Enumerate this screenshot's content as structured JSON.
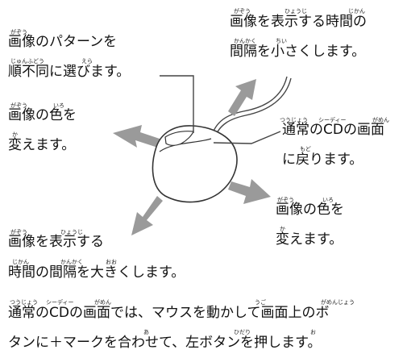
{
  "colors": {
    "arrow": "#9a9a9a",
    "line": "#444444",
    "text": "#111111",
    "background": "#ffffff"
  },
  "icons": {
    "mouse": "mouse-icon"
  },
  "labels": {
    "top_left": {
      "line1": "画像のパターンを",
      "line2": "順不同に選びます。",
      "furigana": {
        "gazou": "がぞう",
        "junfudou": "じゅんふどう",
        "era": "えら"
      }
    },
    "top_right": {
      "line1": "画像を表示する時間の",
      "line2": "間隔を小さくします。",
      "furigana": {
        "gazou": "がぞう",
        "hyouji": "ひょうじ",
        "jikan": "じかん",
        "kankaku": "かんかく",
        "chii": "ちい"
      }
    },
    "mid_left": {
      "line1": "画像の色を",
      "line2": "変えます。",
      "furigana": {
        "gazou": "がぞう",
        "iro": "いろ",
        "ka": "か"
      }
    },
    "mid_right": {
      "line1": "通常のCDの画面",
      "line2": "に戻ります。",
      "furigana": {
        "tsuujou": "つうじょう",
        "cd": "シーディー",
        "gamen": "がめん",
        "modo": "もど"
      }
    },
    "lower_right": {
      "line1": "画像の色を",
      "line2": "変えます。",
      "furigana": {
        "gazou": "がぞう",
        "iro": "いろ",
        "ka": "か"
      }
    },
    "lower_left": {
      "line1": "画像を表示する",
      "line2": "時間の間隔を大きくします。",
      "furigana": {
        "gazou": "がぞう",
        "hyouji": "ひょうじ",
        "jikan": "じかん",
        "kankaku": "かんかく",
        "oo": "おお"
      }
    }
  },
  "instruction": {
    "line1": "通常のCDの画面では、マウスを動かして画面上のボ",
    "line2": "タンに＋マークを合わせて、左ボタンを押します。",
    "furigana": {
      "tsuujou": "つうじょう",
      "cd": "シーディー",
      "gamen": "がめん",
      "ugo": "うご",
      "gamenjou": "がめんじょう",
      "a": "あ",
      "hidari": "ひだり",
      "o": "お"
    }
  }
}
